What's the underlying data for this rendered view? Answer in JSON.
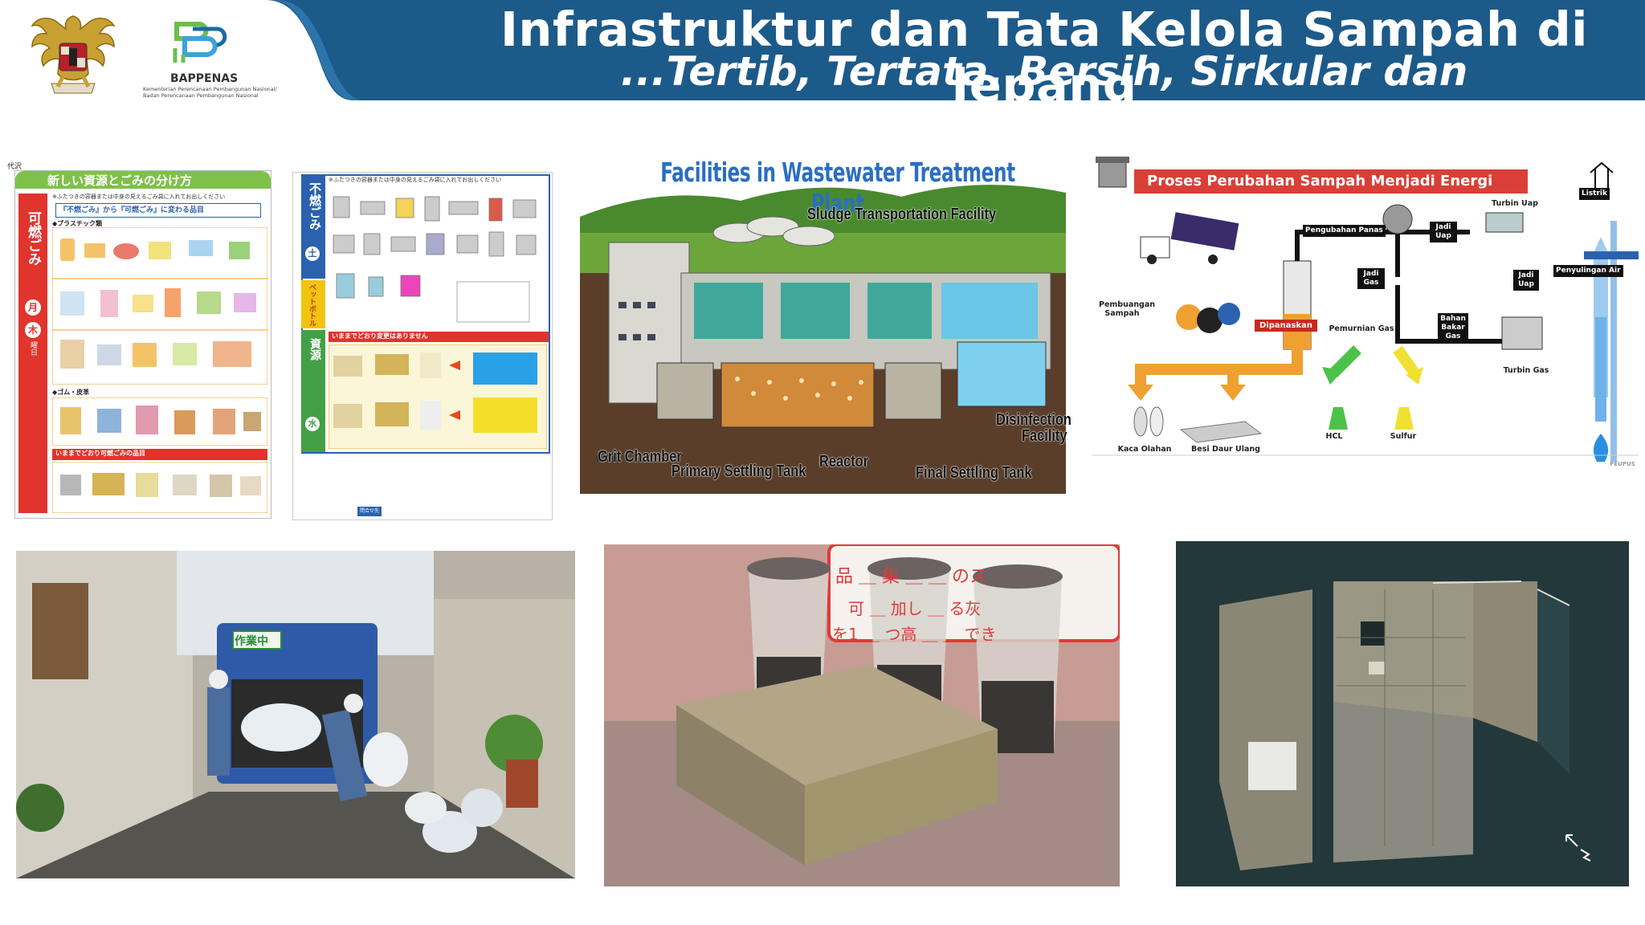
{
  "header": {
    "title": "Infrastruktur dan Tata Kelola Sampah di Jepang",
    "subtitle": "...Tertib, Tertata, Bersih, Sirkular dan Berkelanjutan...",
    "org_name": "BAPPENAS",
    "org_line1": "Kementerian Perencanaan Pembangunan Nasional/",
    "org_line2": "Badan Perencanaan Pembangunan Nasional"
  },
  "poster_left": {
    "corner_label": "代沢",
    "banner": "新しい資源とごみの分け方",
    "side_label": "可燃ごみ",
    "days": [
      "月",
      "木"
    ],
    "day_suffix": "曜日",
    "head_note": "※ふたつきの容器または中身の見えるごみ袋に入れてお出しください",
    "changed_header": "『不燃ごみ』から『可燃ごみ』に変わる品目",
    "plastic_header": "◆プラスチック類",
    "rubber_header": "◆ゴム・皮革",
    "unchanged_header": "いままでどおり可燃ごみの品目"
  },
  "poster_middle": {
    "head_note": "※ふたつきの容器または中身の見えるごみ袋に入れてお出しください",
    "side_top": "不燃ごみ",
    "side_mid": "ペットボトル",
    "side_bottom": "資源",
    "day_sat": "土",
    "day_wed": "水",
    "unchanged_header": "いままでどおり変更はありません",
    "contact_label": "問合せ先"
  },
  "wastewater": {
    "title": "Facilities in Wastewater Treatment Plant",
    "labels": {
      "sludge": "Sludge Transportation Facility",
      "grit": "Grit Chamber",
      "primary": "Primary Settling Tank",
      "reactor": "Reactor",
      "final": "Final Settling Tank",
      "disinfection_1": "Disinfection",
      "disinfection_2": "Facility"
    }
  },
  "waste_energy": {
    "title": "Proses Perubahan Sampah Menjadi Energi",
    "labels": {
      "pembuangan": "Pembuangan Sampah",
      "dipanaskan": "Dipanaskan",
      "pengubahan": "Pengubahan Panas",
      "jadi_uap_1": "Jadi Uap",
      "jadi_gas": "Jadi Gas",
      "pemurnian": "Pemurnian Gas",
      "bahan_bakar": "Bahan Bakar Gas",
      "jadi_uap_2": "Jadi Uap",
      "turbin_uap": "Turbin Uap",
      "turbin_gas": "Turbin Gas",
      "listrik": "Listrik",
      "penyulingan": "Penyulingan Air",
      "kaca": "Kaca Olahan",
      "besi": "Besi Daur Ulang",
      "hcl": "HCL",
      "sulfur": "Sulfur",
      "credit": "PEUPUS"
    }
  },
  "photos": {
    "truck_sign": "作業中",
    "sign_text_1": "品 ＿ 集 ＿ ＿ のス",
    "sign_text_2": "可 ＿ 加し ＿ る灰",
    "sign_text_3": "を1 ＿ つ高 ＿ ＿ でき"
  },
  "colors": {
    "header_blue": "#1c5a8a",
    "header_blue_dark": "#174a72",
    "accent_red": "#d93f37",
    "title_blue": "#2a6ec2"
  }
}
